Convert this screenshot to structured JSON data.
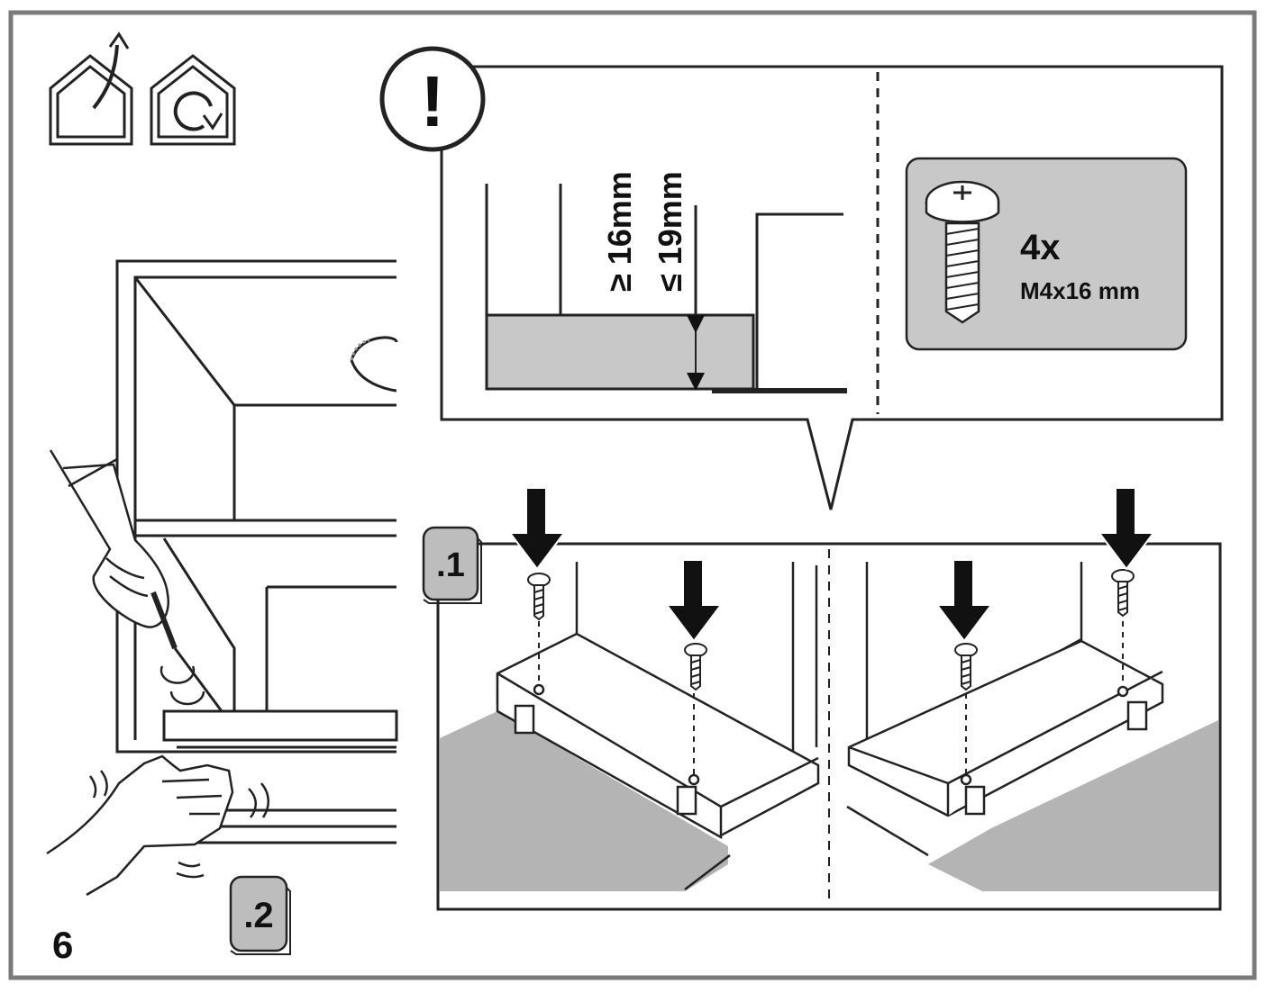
{
  "step_number": "6",
  "warning_symbol": "!",
  "measurements": {
    "min_label": "≥ 16mm",
    "max_label": "≤ 19mm"
  },
  "screw_info": {
    "quantity": "4x",
    "spec": "M4x16 mm"
  },
  "badges": {
    "step1": ".1",
    "step2": ".2"
  },
  "icons": [
    "recirculation-house-icon",
    "extraction-house-icon",
    "warning-icon",
    "screw-icon"
  ],
  "colors": {
    "frame": "#7a7a7a",
    "panel_gray": "#c8c8c8",
    "badge_gray": "#bdbdbd",
    "floor_gray": "#b4b4b4"
  }
}
